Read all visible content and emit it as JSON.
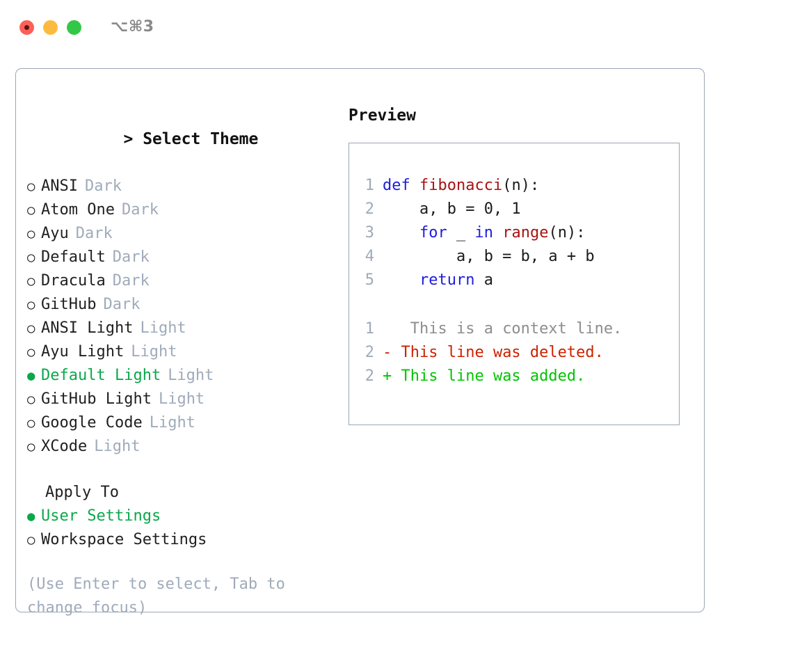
{
  "window": {
    "title": "⌥⌘3",
    "controls": [
      {
        "name": "close",
        "color": "#fc6058"
      },
      {
        "name": "minimize",
        "color": "#fcbb40"
      },
      {
        "name": "maximize",
        "color": "#33c748"
      }
    ]
  },
  "colors": {
    "accent_green": "#0aa84a",
    "muted": "#9fabba",
    "keyword_blue": "#1d1ddd",
    "function_red": "#aa1111",
    "diff_add": "#00c400",
    "diff_del": "#cc2200",
    "border": "#9aa6b4"
  },
  "theme_list": {
    "header_caret": ">",
    "header": "Select Theme",
    "bullet_selected": "●",
    "bullet_unselected": "○",
    "items": [
      {
        "label": "ANSI",
        "tag": "Dark",
        "selected": false
      },
      {
        "label": "Atom One",
        "tag": "Dark",
        "selected": false
      },
      {
        "label": "Ayu",
        "tag": "Dark",
        "selected": false
      },
      {
        "label": "Default",
        "tag": "Dark",
        "selected": false
      },
      {
        "label": "Dracula",
        "tag": "Dark",
        "selected": false
      },
      {
        "label": "GitHub",
        "tag": "Dark",
        "selected": false
      },
      {
        "label": "ANSI Light",
        "tag": "Light",
        "selected": false
      },
      {
        "label": "Ayu Light",
        "tag": "Light",
        "selected": false
      },
      {
        "label": "Default Light",
        "tag": "Light",
        "selected": true
      },
      {
        "label": "GitHub Light",
        "tag": "Light",
        "selected": false
      },
      {
        "label": "Google Code",
        "tag": "Light",
        "selected": false
      },
      {
        "label": "XCode",
        "tag": "Light",
        "selected": false
      }
    ]
  },
  "apply_to": {
    "header": "Apply To",
    "items": [
      {
        "label": "User Settings",
        "selected": true
      },
      {
        "label": "Workspace Settings",
        "selected": false
      }
    ]
  },
  "hint": "(Use Enter to select, Tab to\nchange focus)",
  "preview": {
    "header": "Preview",
    "code_lines": [
      {
        "no": "1",
        "tokens": [
          {
            "t": "def ",
            "c": "kw"
          },
          {
            "t": "fibonacci",
            "c": "fn"
          },
          {
            "t": "(n):",
            "c": "plain"
          }
        ]
      },
      {
        "no": "2",
        "tokens": [
          {
            "t": "    a, b = 0, 1",
            "c": "plain"
          }
        ]
      },
      {
        "no": "3",
        "tokens": [
          {
            "t": "    ",
            "c": "plain"
          },
          {
            "t": "for",
            "c": "kw"
          },
          {
            "t": " _ ",
            "c": "plain"
          },
          {
            "t": "in",
            "c": "kw"
          },
          {
            "t": " ",
            "c": "plain"
          },
          {
            "t": "range",
            "c": "fn"
          },
          {
            "t": "(n):",
            "c": "plain"
          }
        ]
      },
      {
        "no": "4",
        "tokens": [
          {
            "t": "        a, b = b, a + b",
            "c": "plain"
          }
        ]
      },
      {
        "no": "5",
        "tokens": [
          {
            "t": "    ",
            "c": "plain"
          },
          {
            "t": "return",
            "c": "kw"
          },
          {
            "t": " a",
            "c": "plain"
          }
        ]
      }
    ],
    "diff_lines": [
      {
        "no": "1",
        "marker": " ",
        "text": "  This is a context line.",
        "kind": "ctx"
      },
      {
        "no": "2",
        "marker": "-",
        "text": " This line was deleted.",
        "kind": "del"
      },
      {
        "no": "2",
        "marker": "+",
        "text": " This line was added.",
        "kind": "add"
      }
    ]
  }
}
